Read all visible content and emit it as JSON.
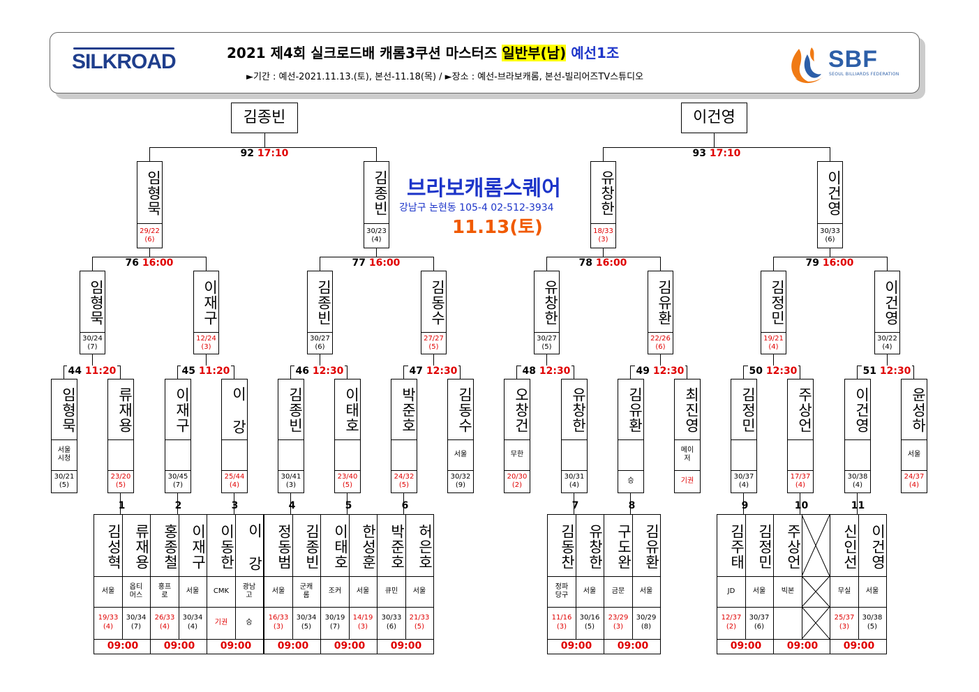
{
  "header": {
    "logo_left": "SILKROAD",
    "title_main": "2021 제4회 실크로드배 캐롬3쿠션 마스터즈",
    "title_division": "일반부(남)",
    "title_group": "예선1조",
    "subtitle": "►기간 : 예선-2021.11.13.(토), 본선-11.18(목) / ►장소 : 예선-브라보캐롬, 본선-빌리어즈TV스튜디오",
    "logo_right": "SBF",
    "logo_right_sub": "SEOUL BILLIARDS FEDERATION"
  },
  "venue": {
    "name": "브라보캐롬스퀘어",
    "address": "강남구 논현동 105-4 02-512-3934",
    "date": "11.13(토)"
  },
  "champions": {
    "left": "김종빈",
    "right": "이건영"
  },
  "final_matches": [
    {
      "num": "92",
      "time": "17:10"
    },
    {
      "num": "93",
      "time": "17:10"
    }
  ],
  "semi_players": [
    {
      "name": "임형묵",
      "score": "29/22",
      "inn": "(6)",
      "red": true
    },
    {
      "name": "김종빈",
      "score": "30/23",
      "inn": "(4)",
      "red": false
    },
    {
      "name": "유창한",
      "score": "18/33",
      "inn": "(3)",
      "red": true
    },
    {
      "name": "이건영",
      "score": "30/33",
      "inn": "(6)",
      "red": false
    }
  ],
  "quarter_matches": [
    {
      "num": "76",
      "time": "16:00"
    },
    {
      "num": "77",
      "time": "16:00"
    },
    {
      "num": "78",
      "time": "16:00"
    },
    {
      "num": "79",
      "time": "16:00"
    }
  ],
  "quarter_players": [
    {
      "name": "임형묵",
      "score": "30/24",
      "inn": "(7)",
      "red": false
    },
    {
      "name": "이재구",
      "score": "12/24",
      "inn": "(3)",
      "red": true
    },
    {
      "name": "김종빈",
      "score": "30/27",
      "inn": "(6)",
      "red": false
    },
    {
      "name": "김동수",
      "score": "27/27",
      "inn": "(5)",
      "red": true
    },
    {
      "name": "유창한",
      "score": "30/27",
      "inn": "(5)",
      "red": false
    },
    {
      "name": "김유환",
      "score": "22/26",
      "inn": "(6)",
      "red": true
    },
    {
      "name": "김정민",
      "score": "19/21",
      "inn": "(4)",
      "red": true
    },
    {
      "name": "이건영",
      "score": "30/22",
      "inn": "(4)",
      "red": false
    }
  ],
  "r16_matches": [
    {
      "num": "44",
      "time": "11:20"
    },
    {
      "num": "45",
      "time": "11:20"
    },
    {
      "num": "46",
      "time": "12:30"
    },
    {
      "num": "47",
      "time": "12:30"
    },
    {
      "num": "48",
      "time": "12:30"
    },
    {
      "num": "49",
      "time": "12:30"
    },
    {
      "num": "50",
      "time": "12:30"
    },
    {
      "num": "51",
      "time": "12:30"
    }
  ],
  "r16_players": [
    {
      "name": "임형묵",
      "aff": "서울 시청",
      "score": "30/21",
      "inn": "(5)",
      "red": false
    },
    {
      "name": "류재용",
      "aff": "",
      "score": "23/20",
      "inn": "(5)",
      "red": true
    },
    {
      "name": "이재구",
      "aff": "",
      "score": "30/45",
      "inn": "(7)",
      "red": false
    },
    {
      "name": "이 강",
      "aff": "",
      "score": "25/44",
      "inn": "(4)",
      "red": true
    },
    {
      "name": "김종빈",
      "aff": "",
      "score": "30/41",
      "inn": "(3)",
      "red": false
    },
    {
      "name": "이태호",
      "aff": "",
      "score": "23/40",
      "inn": "(5)",
      "red": true
    },
    {
      "name": "박준호",
      "aff": "",
      "score": "24/32",
      "inn": "(5)",
      "red": true
    },
    {
      "name": "김동수",
      "aff": "서울",
      "score": "30/32",
      "inn": "(9)",
      "red": false
    },
    {
      "name": "오창건",
      "aff": "무한",
      "score": "20/30",
      "inn": "(2)",
      "red": true
    },
    {
      "name": "유창한",
      "aff": "",
      "score": "30/31",
      "inn": "(4)",
      "red": false
    },
    {
      "name": "김유환",
      "aff": "",
      "score": "승",
      "inn": "",
      "red": false
    },
    {
      "name": "최진영",
      "aff": "메이 저",
      "score": "기권",
      "inn": "",
      "red": true
    },
    {
      "name": "김정민",
      "aff": "",
      "score": "30/37",
      "inn": "(4)",
      "red": false
    },
    {
      "name": "주상언",
      "aff": "",
      "score": "17/37",
      "inn": "(4)",
      "red": true
    },
    {
      "name": "이건영",
      "aff": "",
      "score": "30/38",
      "inn": "(4)",
      "red": false
    },
    {
      "name": "윤성하",
      "aff": "서울",
      "score": "24/37",
      "inn": "(4)",
      "red": true
    }
  ],
  "first_round": [
    {
      "num": "1",
      "time": "09:00",
      "players": [
        {
          "name": "김성혁",
          "aff": "서울",
          "score": "19/33",
          "inn": "(4)",
          "red": true
        },
        {
          "name": "류재용",
          "aff": "옵티 머스",
          "score": "30/34",
          "inn": "(7)",
          "red": false
        }
      ]
    },
    {
      "num": "2",
      "time": "09:00",
      "players": [
        {
          "name": "홍종철",
          "aff": "홍프 로",
          "score": "26/33",
          "inn": "(4)",
          "red": true
        },
        {
          "name": "이재구",
          "aff": "서울",
          "score": "30/34",
          "inn": "(4)",
          "red": false
        }
      ]
    },
    {
      "num": "3",
      "time": "09:00",
      "players": [
        {
          "name": "이동한",
          "aff": "CMK",
          "score": "기권",
          "inn": "",
          "red": true
        },
        {
          "name": "이 강",
          "aff": "광남 고",
          "score": "승",
          "inn": "",
          "red": false
        }
      ]
    },
    {
      "num": "4",
      "time": "09:00",
      "players": [
        {
          "name": "정동범",
          "aff": "서울",
          "score": "16/33",
          "inn": "(3)",
          "red": true
        },
        {
          "name": "김종빈",
          "aff": "군캐 롬",
          "score": "30/34",
          "inn": "(5)",
          "red": false
        }
      ]
    },
    {
      "num": "5",
      "time": "09:00",
      "players": [
        {
          "name": "이태호",
          "aff": "조커",
          "score": "30/19",
          "inn": "(7)",
          "red": false
        },
        {
          "name": "한성훈",
          "aff": "서울",
          "score": "14/19",
          "inn": "(3)",
          "red": true
        }
      ]
    },
    {
      "num": "6",
      "time": "09:00",
      "players": [
        {
          "name": "박준호",
          "aff": "큐민",
          "score": "30/33",
          "inn": "(6)",
          "red": false
        },
        {
          "name": "허은호",
          "aff": "서울",
          "score": "21/33",
          "inn": "(5)",
          "red": true
        }
      ]
    },
    {
      "num": "7",
      "time": "09:00",
      "players": [
        {
          "name": "김동찬",
          "aff": "정파 당구",
          "score": "11/16",
          "inn": "(3)",
          "red": true
        },
        {
          "name": "유창한",
          "aff": "서울",
          "score": "30/16",
          "inn": "(5)",
          "red": false
        }
      ]
    },
    {
      "num": "8",
      "time": "09:00",
      "players": [
        {
          "name": "구도완",
          "aff": "금문",
          "score": "23/29",
          "inn": "(3)",
          "red": true
        },
        {
          "name": "김유환",
          "aff": "서울",
          "score": "30/29",
          "inn": "(8)",
          "red": false
        }
      ]
    },
    {
      "num": "9",
      "time": "09:00",
      "players": [
        {
          "name": "김주태",
          "aff": "JD",
          "score": "12/37",
          "inn": "(2)",
          "red": true
        },
        {
          "name": "김정민",
          "aff": "서울",
          "score": "30/37",
          "inn": "(6)",
          "red": false
        }
      ]
    },
    {
      "num": "10",
      "time": "09:00",
      "players": [
        {
          "name": "주상언",
          "aff": "빅본",
          "score": "",
          "inn": "",
          "red": false
        },
        {
          "name": "",
          "aff": "",
          "score": "",
          "inn": "",
          "red": false,
          "empty": true
        }
      ]
    },
    {
      "num": "11",
      "time": "09:00",
      "players": [
        {
          "name": "신인선",
          "aff": "무실",
          "score": "25/37",
          "inn": "(3)",
          "red": true
        },
        {
          "name": "이건영",
          "aff": "서울",
          "score": "30/38",
          "inn": "(5)",
          "red": false
        }
      ]
    }
  ],
  "colors": {
    "red": "#e00000",
    "blue": "#1d35c9",
    "orange": "#f05a00",
    "highlight": "#ffff00",
    "navy": "#1f3e8c"
  }
}
